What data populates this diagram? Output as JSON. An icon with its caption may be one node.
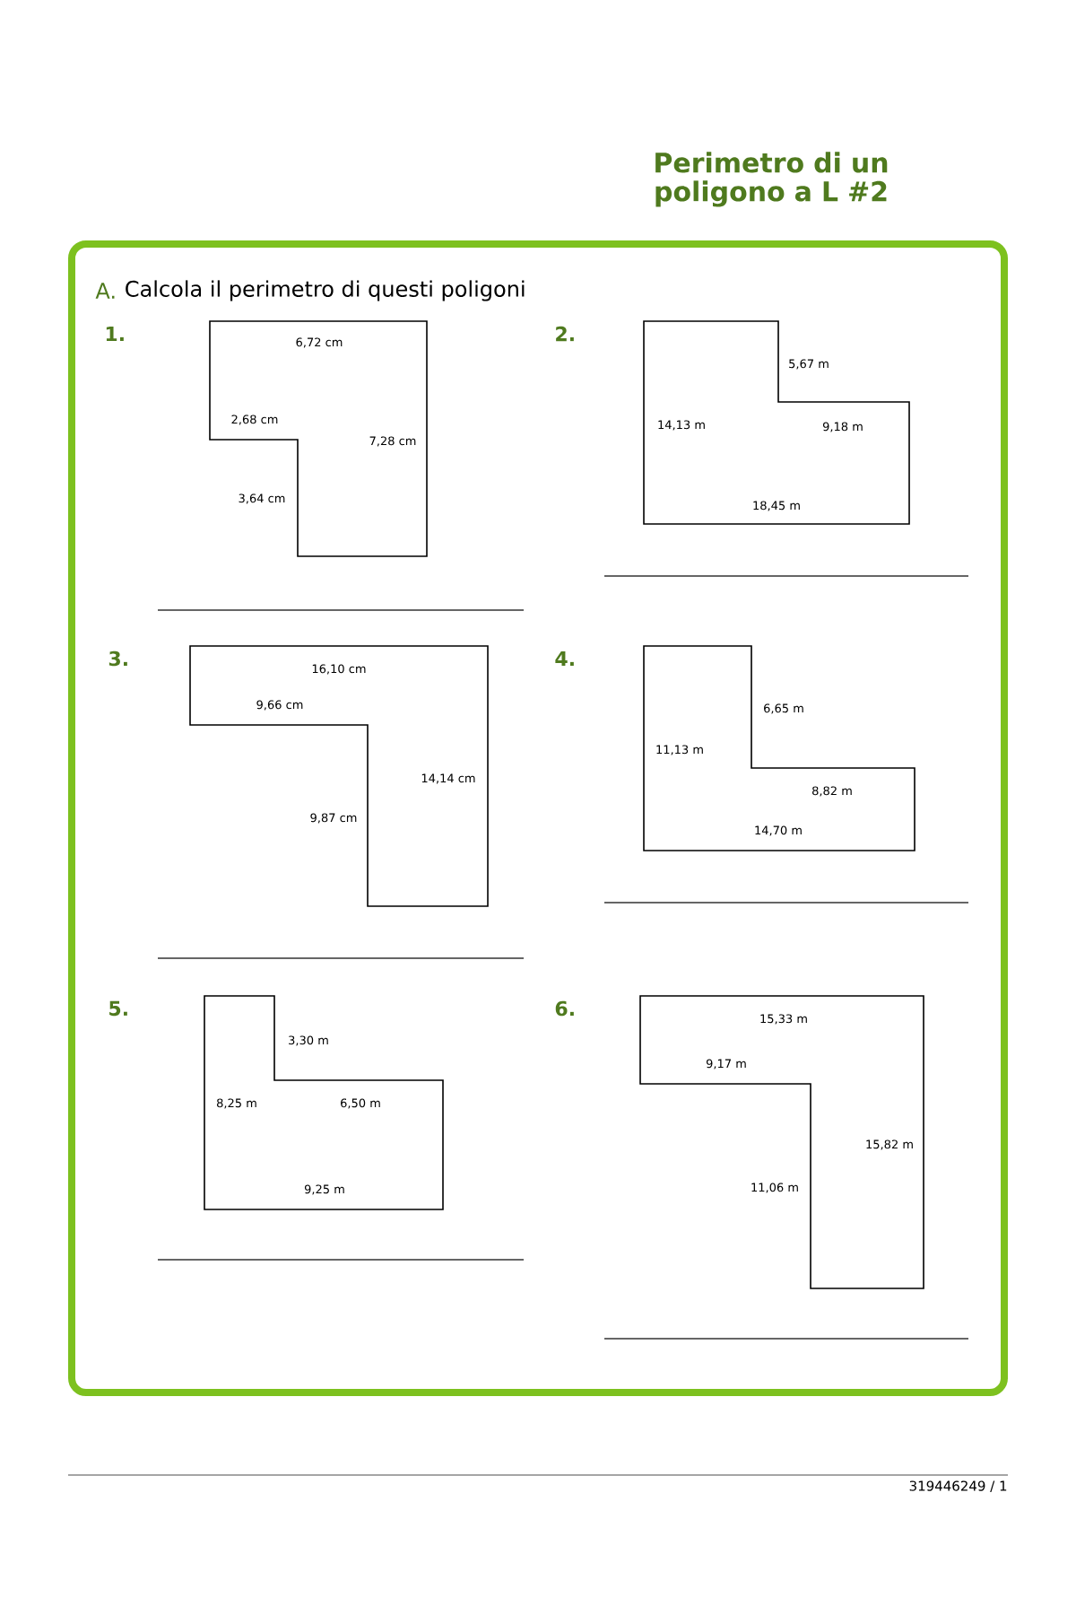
{
  "diagram": {
    "title": "Perimetro di un poligono a L #2",
    "nodes": [
      {
        "text": [
          "A.",
          "Calcola il perimetro di questi poligoni"
        ]
      },
      {
        "text": [
          "6,72 cm",
          "2,68 cm",
          "7,28 cm",
          "3,64 cm"
        ],
        "in": 0
      },
      {
        "text": [
          "5,67 m",
          "14,13 m",
          "9,18 m",
          "18,45 m"
        ],
        "in": 0
      },
      {
        "text": [
          "16,10 cm",
          "9,66 cm",
          "14,14 cm",
          "9,87 cm"
        ],
        "in": 0
      },
      {
        "text": [
          "6,65 m",
          "11,13 m",
          "8,82 m",
          "14,70 m"
        ],
        "in": 0
      },
      {
        "text": [
          "3,30 m",
          "8,25 m",
          "6,50 m",
          "9,25 m"
        ],
        "in": 0
      },
      {
        "text": [
          "15,33 m",
          "9,17 m",
          "15,82 m",
          "11,06 m"
        ],
        "in": 0
      }
    ],
    "labels": [
      "1.",
      "2.",
      "3.",
      "4.",
      "5.",
      "6.",
      "319446249 / 1"
    ]
  }
}
